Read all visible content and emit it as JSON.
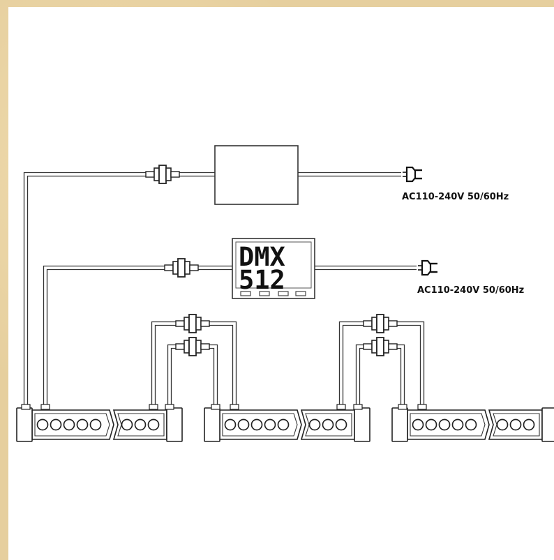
{
  "controller": {
    "line1": "DMX",
    "line2": "512"
  },
  "power_label_1": "AC110-240V 50/60Hz",
  "power_label_2": "AC110-240V 50/60Hz",
  "colors": {
    "ink": "#333333",
    "paper": "#ffffff",
    "background": "#e6cf9e"
  }
}
